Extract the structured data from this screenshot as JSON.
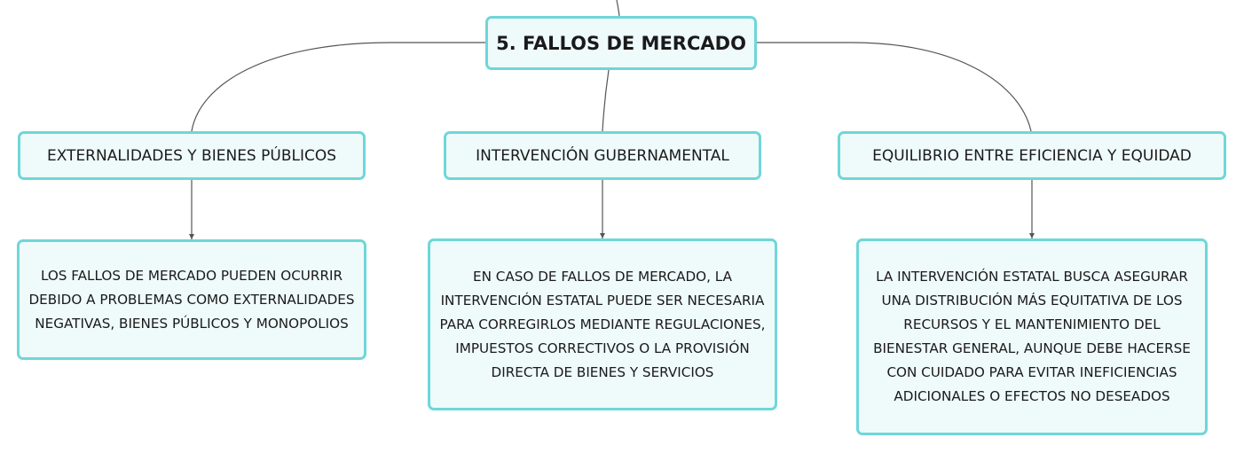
{
  "root": {
    "title": "5. FALLOS DE MERCADO"
  },
  "topics": [
    {
      "label": "EXTERNALIDADES Y BIENES PÚBLICOS",
      "detail": "LOS FALLOS DE MERCADO PUEDEN OCURRIR DEBIDO A PROBLEMAS COMO EXTERNALIDADES NEGATIVAS, BIENES PÚBLICOS Y MONOPOLIOS"
    },
    {
      "label": "INTERVENCIÓN GUBERNAMENTAL",
      "detail": "EN CASO DE FALLOS DE MERCADO, LA INTERVENCIÓN ESTATAL PUEDE SER NECESARIA PARA CORREGIRLOS MEDIANTE REGULACIONES, IMPUESTOS CORRECTIVOS O LA PROVISIÓN DIRECTA DE BIENES Y SERVICIOS"
    },
    {
      "label": "EQUILIBRIO ENTRE EFICIENCIA Y EQUIDAD",
      "detail": "LA INTERVENCIÓN ESTATAL BUSCA ASEGURAR UNA DISTRIBUCIÓN MÁS EQUITATIVA DE LOS RECURSOS Y EL MANTENIMIENTO DEL BIENESTAR GENERAL, AUNQUE DEBE HACERSE CON CUIDADO PARA EVITAR INEFICIENCIAS ADICIONALES O EFECTOS NO DESEADOS"
    }
  ],
  "colors": {
    "border": "#6fd6d8",
    "fill": "#effafb",
    "line": "#555555"
  }
}
